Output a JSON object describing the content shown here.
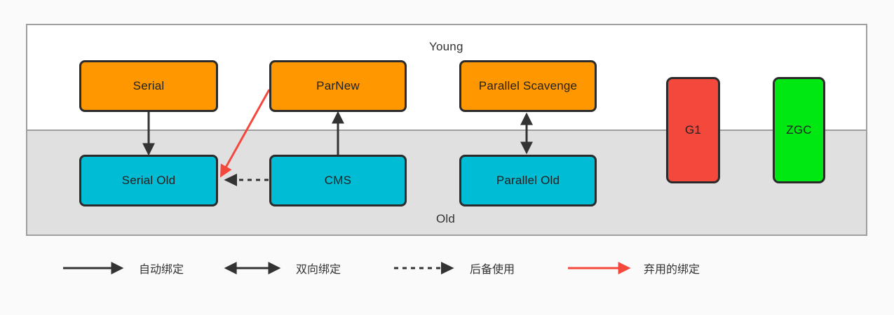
{
  "diagram": {
    "title_regions": {
      "young_label": "Young",
      "old_label": "Old"
    },
    "colors": {
      "young_box": "#ff9800",
      "old_box": "#00bcd4",
      "g1_box": "#f4483c",
      "zgc_box": "#00e812",
      "box_border": "#2b2b2b",
      "region_border": "#9e9e9e",
      "old_region_bg": "#e0e0e0",
      "young_region_bg": "#ffffff",
      "arrow_black": "#333333",
      "arrow_red": "#f4483c",
      "page_bg": "#fafafa"
    },
    "collectors": {
      "young": [
        {
          "id": "serial",
          "label": "Serial"
        },
        {
          "id": "parnew",
          "label": "ParNew"
        },
        {
          "id": "parallel-scavenge",
          "label": "Parallel Scavenge"
        }
      ],
      "old": [
        {
          "id": "serial-old",
          "label": "Serial Old"
        },
        {
          "id": "cms",
          "label": "CMS"
        },
        {
          "id": "parallel-old",
          "label": "Parallel Old"
        }
      ],
      "spanning": [
        {
          "id": "g1",
          "label": "G1"
        },
        {
          "id": "zgc",
          "label": "ZGC"
        }
      ]
    },
    "connections": [
      {
        "id": "serial-to-serial-old",
        "from": "Serial",
        "to": "Serial Old",
        "style": "solid",
        "direction": "down",
        "color": "#333333"
      },
      {
        "id": "cms-to-parnew",
        "from": "CMS",
        "to": "ParNew",
        "style": "solid",
        "direction": "up",
        "color": "#333333"
      },
      {
        "id": "parallel-scavenge-parallel-old",
        "from": "Parallel Scavenge",
        "to": "Parallel Old",
        "style": "solid",
        "direction": "both",
        "color": "#333333"
      },
      {
        "id": "cms-to-serial-old",
        "from": "CMS",
        "to": "Serial Old",
        "style": "dotted",
        "direction": "left",
        "color": "#333333"
      },
      {
        "id": "parnew-to-serial-old",
        "from": "ParNew",
        "to": "Serial Old",
        "style": "solid",
        "direction": "down-left",
        "color": "#f4483c"
      }
    ]
  },
  "legend": {
    "items": [
      {
        "id": "auto",
        "label": "自动绑定",
        "glyph": "arrow-right-solid",
        "color": "#333333"
      },
      {
        "id": "bidi",
        "label": "双向绑定",
        "glyph": "arrow-both-solid",
        "color": "#333333"
      },
      {
        "id": "fallback",
        "label": "后备使用",
        "glyph": "arrow-right-dotted",
        "color": "#333333"
      },
      {
        "id": "deprecated",
        "label": "弃用的绑定",
        "glyph": "arrow-right-red",
        "color": "#f4483c"
      }
    ]
  }
}
